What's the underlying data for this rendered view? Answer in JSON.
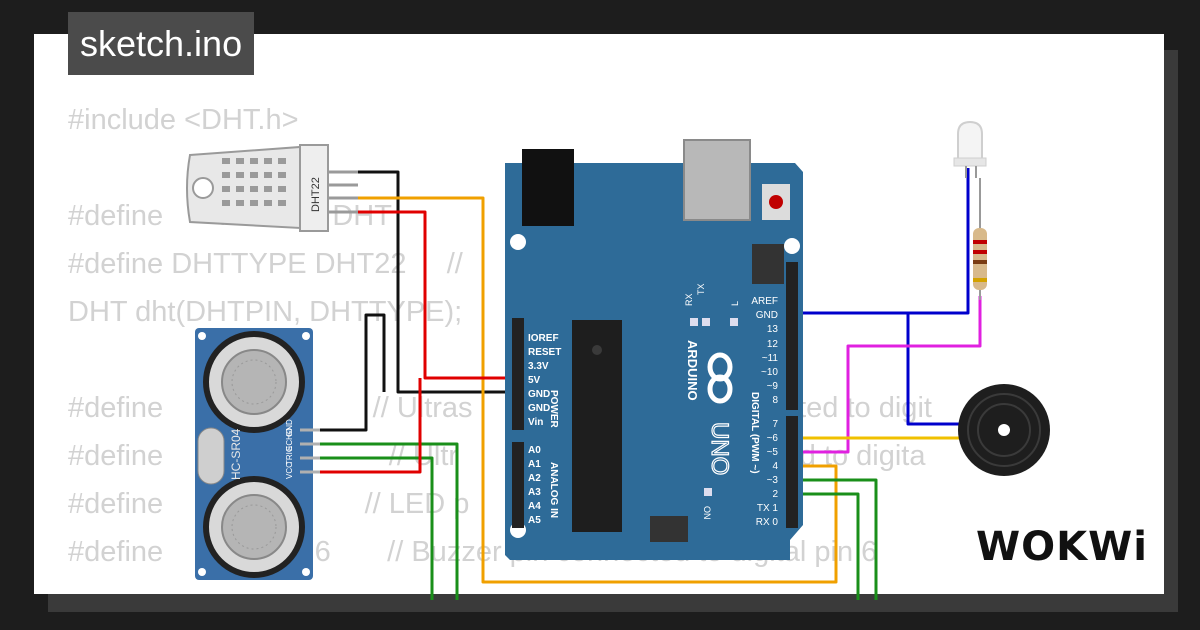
{
  "title": "sketch.ino",
  "code_lines": [
    "#include <DHT.h>",
    "",
    "#define      4          // DHT                    ted to digital pin 4",
    "#define DHTTYPE DHT22     //",
    "DHT dht(DHTPIN, DHTTYPE);",
    "",
    "#define              2          // Ultras                       pin connected to digit",
    "#define                3          // Ultr                      pin connected to digita",
    "#define                         // LED p                    tal pin 5",
    "#define             pin 6       // Buzzer pin connected to digital pin 6"
  ],
  "labels": {
    "dht22": "DHT22",
    "hcsr04": "HC-SR04",
    "hc_pins": [
      "GND",
      "ECHO",
      "TRIG",
      "VCC"
    ],
    "arduino": "ARDUINO",
    "uno": "UNO",
    "digital": "DIGITAL (PWM ~)",
    "power": "POWER",
    "analog_in": "ANALOG IN",
    "power_pins": [
      "IOREF",
      "RESET",
      "3.3V",
      "5V",
      "GND",
      "GND",
      "Vin"
    ],
    "analog_pins": [
      "A0",
      "A1",
      "A2",
      "A3",
      "A4",
      "A5"
    ],
    "digital_top": [
      "AREF",
      "GND",
      "13",
      "12",
      "~11",
      "~10",
      "~9",
      "8"
    ],
    "digital_bottom": [
      "7",
      "~6",
      "~5",
      "4",
      "~3",
      "2",
      "TX 1",
      "RX 0"
    ],
    "tx": "TX",
    "rx": "RX",
    "l": "L",
    "on": "ON"
  },
  "logo": "WOKWi",
  "wire_colors": {
    "black": "#111111",
    "red": "#e00000",
    "orange": "#f0a000",
    "green": "#1a8f1a",
    "blue": "#0000cc",
    "magenta": "#e020e0",
    "yellow": "#f0c000"
  },
  "board_color": "#2e6b98"
}
